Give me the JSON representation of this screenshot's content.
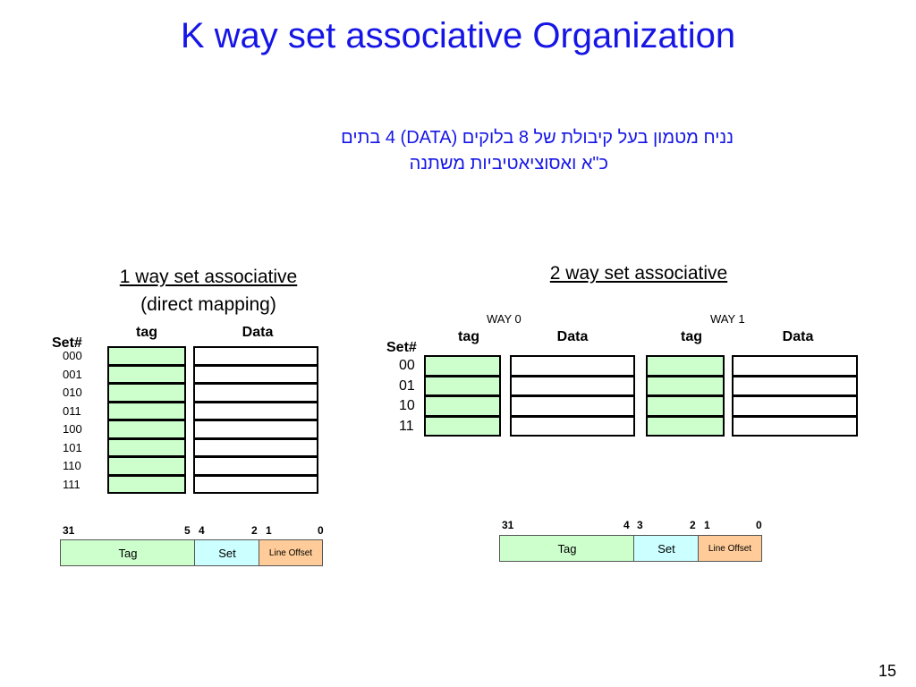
{
  "title": "K way set associative Organization",
  "hebrew_line1": "נניח מטמון בעל קיבולת של 8 בלוקים  (DATA)  4 בתים",
  "hebrew_line2": "כ\"א ואסוציאטיביות משתנה",
  "one_way": {
    "heading": "1 way set associative",
    "subheading": "(direct mapping)",
    "set_label": "Set#",
    "tag_header": "tag",
    "data_header": "Data",
    "sets": [
      "000",
      "001",
      "010",
      "011",
      "100",
      "101",
      "110",
      "111"
    ]
  },
  "two_way": {
    "heading": "2 way set associative",
    "way0_label": "WAY 0",
    "way1_label": "WAY 1",
    "set_label": "Set#",
    "tag_header": "tag",
    "data_header": "Data",
    "tag_header2": "tag",
    "data_header2": "Data",
    "sets": [
      "00",
      "01",
      "10",
      "11"
    ]
  },
  "addr_one": {
    "bits": [
      "31",
      "5",
      "4",
      "2",
      "1",
      "0"
    ],
    "fields": {
      "tag": "Tag",
      "set": "Set",
      "offset": "Line Offset"
    }
  },
  "addr_two": {
    "bits": [
      "31",
      "4",
      "3",
      "2",
      "1",
      "0"
    ],
    "fields": {
      "tag": "Tag",
      "set": "Set",
      "offset": "Line Offset"
    }
  },
  "page_number": "15",
  "colors": {
    "title": "#1515e6",
    "tag_fill": "#ccffcc",
    "set_fill": "#ccffff",
    "offset_fill": "#ffcc99"
  }
}
